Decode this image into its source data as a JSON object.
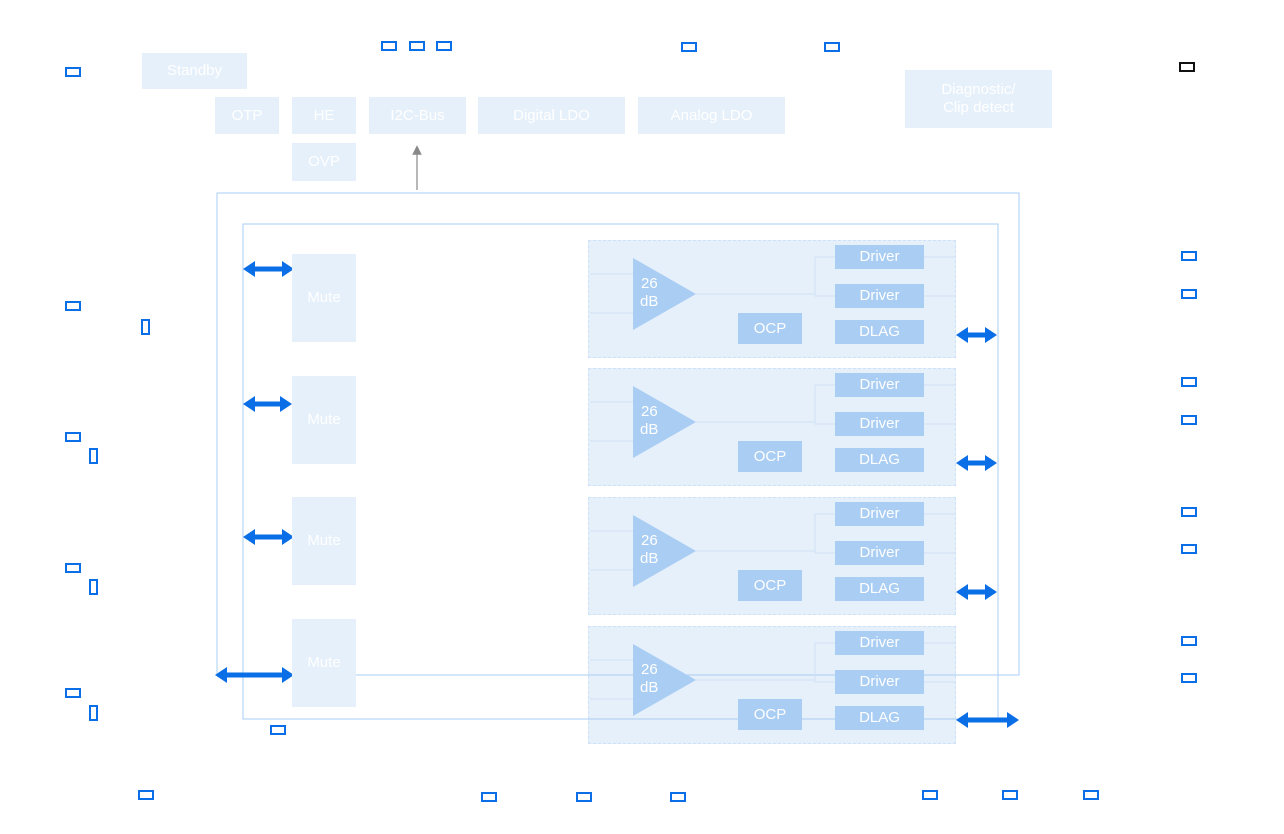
{
  "top_blocks": {
    "standby": "Standby",
    "otp": "OTP",
    "he": "HE",
    "i2c": "I2C-Bus",
    "digital_ldo": "Digital LDO",
    "analog_ldo": "Analog LDO",
    "ovp": "OVP",
    "diagnostic_line1": "Diagnostic/",
    "diagnostic_line2": "Clip detect"
  },
  "channels": [
    {
      "mute": "Mute",
      "amp_gain_1": "26",
      "amp_gain_2": "dB",
      "ocp": "OCP",
      "driver_1": "Driver",
      "driver_2": "Driver",
      "dlag": "DLAG"
    },
    {
      "mute": "Mute",
      "amp_gain_1": "26",
      "amp_gain_2": "dB",
      "ocp": "OCP",
      "driver_1": "Driver",
      "driver_2": "Driver",
      "dlag": "DLAG"
    },
    {
      "mute": "Mute",
      "amp_gain_1": "26",
      "amp_gain_2": "dB",
      "ocp": "OCP",
      "driver_1": "Driver",
      "driver_2": "Driver",
      "dlag": "DLAG"
    },
    {
      "mute": "Mute",
      "amp_gain_1": "26",
      "amp_gain_2": "dB",
      "ocp": "OCP",
      "driver_1": "Driver",
      "driver_2": "Driver",
      "dlag": "DLAG"
    }
  ],
  "colors": {
    "block_fill": "#e6f0fb",
    "block_dark_fill": "#a9cdf3",
    "pin_stroke": "#0a6ee6",
    "bus_arrow": "#0a6ee6",
    "wire": "#a9cdf3"
  }
}
